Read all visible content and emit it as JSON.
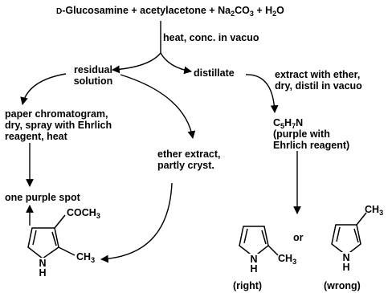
{
  "reaction": {
    "d": "D",
    "equation_rest": "-Glucosamine + acetylacetone + Na",
    "na_sub": "2",
    "co3": "CO",
    "co3_sub": "3",
    "plus_h": " + H",
    "h2o_sub": "2",
    "o": "O"
  },
  "steps": {
    "heat": "heat, conc. in vacuo",
    "residual": "residual\nsolution",
    "distillate": "distillate",
    "paper": "paper chromatogram,\ndry, spray with Ehrlich\nreagent, heat",
    "ether_extract": "ether extract,\npartly cryst.",
    "spot": "one purple spot",
    "extract": "extract with ether,\ndry, distil in vacuo",
    "formula_c": "C",
    "formula_c_sub": "5",
    "formula_h": "H",
    "formula_h_sub": "7",
    "formula_n": "N",
    "ehrlich": "(purple with\nEhrlich reagent)",
    "or": "or"
  },
  "structures": {
    "coch3": "COCH",
    "coch3_sub": "3",
    "ch3_a": "CH",
    "ch3_a_sub": "3",
    "nh_a_n": "N",
    "nh_a_h": "H",
    "ch3_b": "CH",
    "ch3_b_sub": "3",
    "nh_b_n": "N",
    "nh_b_h": "H",
    "right": "(right)",
    "ch3_c": "CH",
    "ch3_c_sub": "3",
    "nh_c_n": "N",
    "nh_c_h": "H",
    "wrong": "(wrong)"
  }
}
